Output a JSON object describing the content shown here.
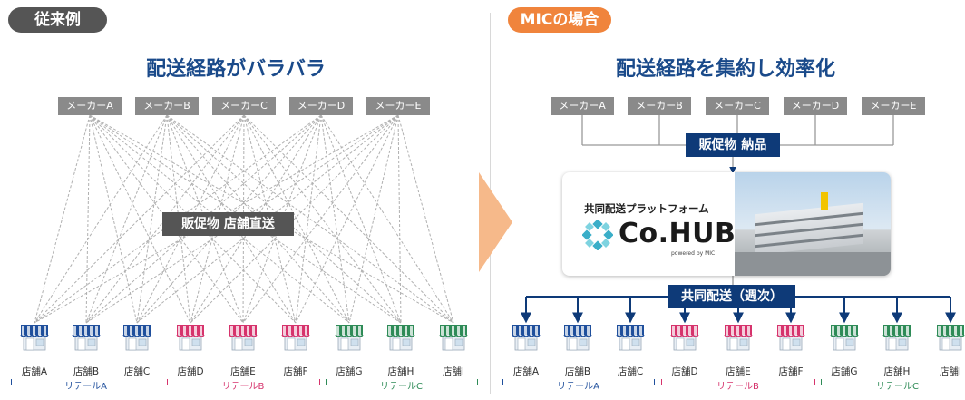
{
  "left": {
    "badge": "従来例",
    "title": "配送経路がバラバラ",
    "center_label": "販促物 店舗直送"
  },
  "right": {
    "badge": "MICの場合",
    "title": "配送経路を集約し効率化",
    "collect_label": "販促物 納品",
    "platform_caption": "共同配送プラットフォーム",
    "platform_logo": "Co.HUB",
    "platform_powered": "powered by MIC",
    "delivery_label": "共同配送（週次）"
  },
  "makers": [
    "メーカーA",
    "メーカーB",
    "メーカーC",
    "メーカーD",
    "メーカーE"
  ],
  "stores": [
    "店舗A",
    "店舗B",
    "店舗C",
    "店舗D",
    "店舗E",
    "店舗F",
    "店舗G",
    "店舗H",
    "店舗I"
  ],
  "retailers": [
    {
      "name": "リテールA",
      "color": "#1f4f9c"
    },
    {
      "name": "リテールB",
      "color": "#d6336c"
    },
    {
      "name": "リテールC",
      "color": "#2e8b57"
    }
  ],
  "colors": {
    "badge_left": "#555555",
    "badge_right": "#f0843c",
    "arrow": "#f6b98a",
    "title": "#1a4a8a",
    "maker": "#8a8a8a",
    "dark_box": "#555555",
    "navy": "#0e3a78",
    "dashed": "#b0b0b0",
    "store_blue": "#1f4f9c",
    "store_pink": "#d6336c",
    "store_green": "#2e8b57"
  }
}
